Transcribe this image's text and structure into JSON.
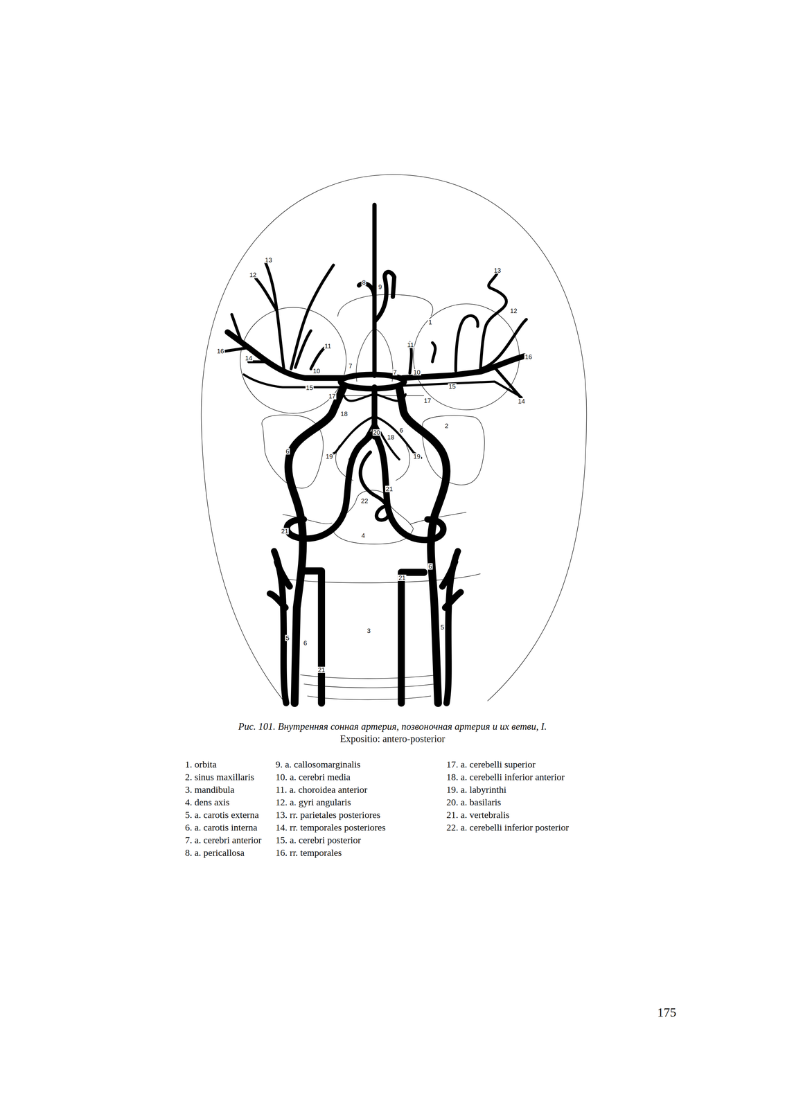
{
  "diagram": {
    "caption": "Рис. 101. Внутренняя сонная артерия, позвоночная артерия и их ветви, I.",
    "labels": [
      "Expositio: antero-posterior",
      "13",
      "12",
      "8",
      "9",
      "13",
      "12",
      "1",
      "16",
      "14",
      "11",
      "11",
      "16",
      "7",
      "7",
      "10",
      "10",
      "15",
      "15",
      "14",
      "17",
      "17",
      "18",
      "18",
      "20",
      "6",
      "2",
      "6",
      "19",
      "19",
      "21",
      "22",
      "21",
      "4",
      "6",
      "21",
      "3",
      "5",
      "5",
      "6",
      "21",
      "1. orbita",
      "2. sinus maxillaris",
      "3. mandibula",
      "4. dens axis",
      "5. a. carotis externa",
      "6. a. carotis interna",
      "7. a. cerebri anterior",
      "8. a. pericallosa",
      "9. a. callosomarginalis",
      "10. a. cerebri media",
      "11. a. choroidea anterior",
      "12. a. gyri angularis",
      "13. rr. parietales posteriores",
      "14. rr. temporales posteriores",
      "15. a. cerebri posterior",
      "16. rr. temporales",
      "17. a. cerebelli superior",
      "18. a. cerebelli inferior anterior",
      "19. a. labyrinthi",
      "20. a. basilaris",
      "21. a. vertebralis",
      "22. a. cerebelli inferior posterior",
      "175"
    ]
  }
}
